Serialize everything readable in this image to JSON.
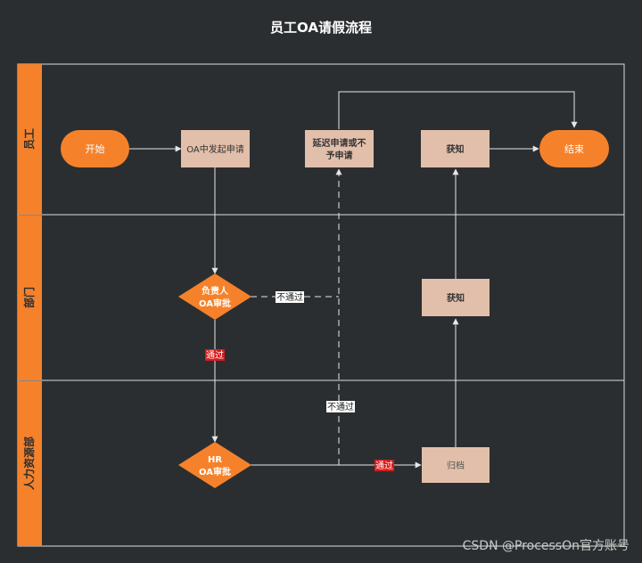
{
  "title": "员工OA请假流程",
  "lanes": [
    "员工",
    "部门",
    "人力资源部"
  ],
  "nodes": {
    "start": "开始",
    "initiate": "OA中发起申请",
    "delay_line1": "延迟申请或不",
    "delay_line2": "予申请",
    "notify_employee": "获知",
    "end": "结束",
    "dept_line1": "负责人",
    "dept_line2": "OA审批",
    "notify_dept": "获知",
    "hr_line1": "HR",
    "hr_line2": "OA审批",
    "archive": "归档"
  },
  "edge_labels": {
    "dept_reject": "不通过",
    "dept_approve": "通过",
    "hr_reject": "不通过",
    "hr_approve": "通过"
  },
  "colors": {
    "background": "#2b2e30",
    "lane_header": "#f5822b",
    "orange": "#f5822b",
    "process_box": "#e2bfaa",
    "line": "#e6e6e6",
    "approve_label_bg": "#d81b1b"
  },
  "watermark": "CSDN @ProcessOn官方账号"
}
